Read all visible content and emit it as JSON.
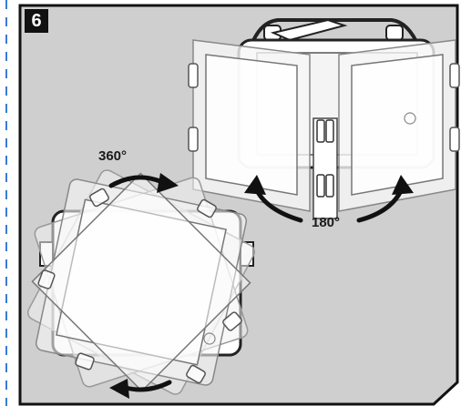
{
  "step": {
    "number": "6"
  },
  "rotation": {
    "full_label": "360°",
    "half_label": "180°"
  },
  "colors": {
    "background": "#cfcfcf",
    "frame": "#111111",
    "badge": "#111111",
    "guide_line": "#3a7bd5",
    "arrow": "#111111"
  },
  "icons": {
    "step_badge": "number-badge",
    "rotate_cw": "curved-arrow-icon",
    "open_hinge": "curved-arrow-icon"
  }
}
